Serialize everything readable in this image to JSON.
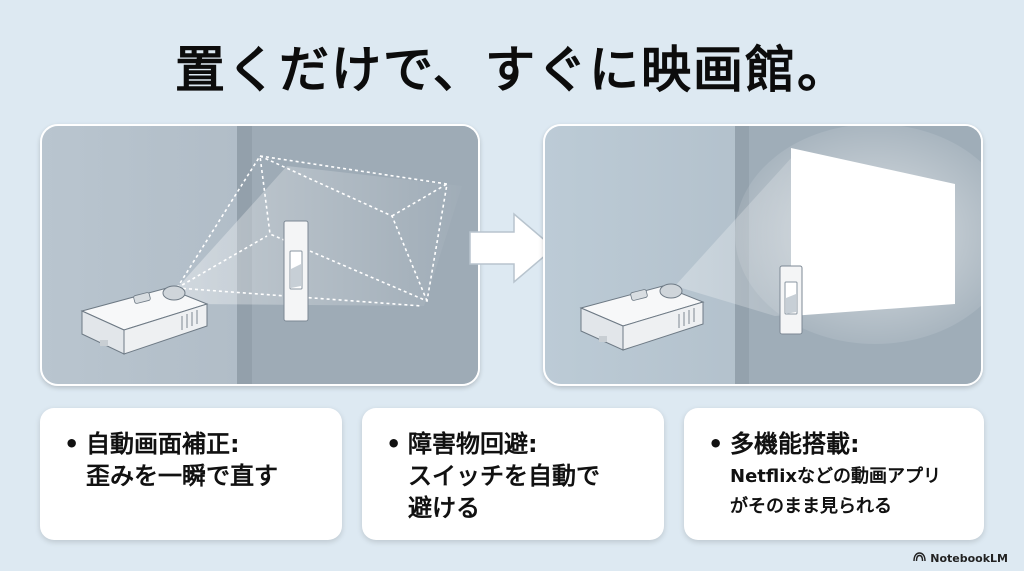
{
  "title": "置くだけで、すぐに映画館。",
  "features": [
    {
      "heading": "自動画面補正:",
      "desc_lines": [
        "歪みを一瞬で直す"
      ]
    },
    {
      "heading": "障害物回避:",
      "desc_lines": [
        "スイッチを自動で",
        "避ける"
      ]
    },
    {
      "heading": "多機能搭載:",
      "desc_lines": [
        "Netflixなどの動画アプリ",
        "がそのまま見られる"
      ]
    }
  ],
  "bullet": "•",
  "brand": "NotebookLM",
  "icons": {
    "arrow": "right-arrow-icon",
    "brand": "notebooklm-logo-icon"
  },
  "colors": {
    "background": "#dde9f2",
    "panel_wall": "#a9b6c2",
    "projection": "#ffffff",
    "text": "#111111"
  }
}
